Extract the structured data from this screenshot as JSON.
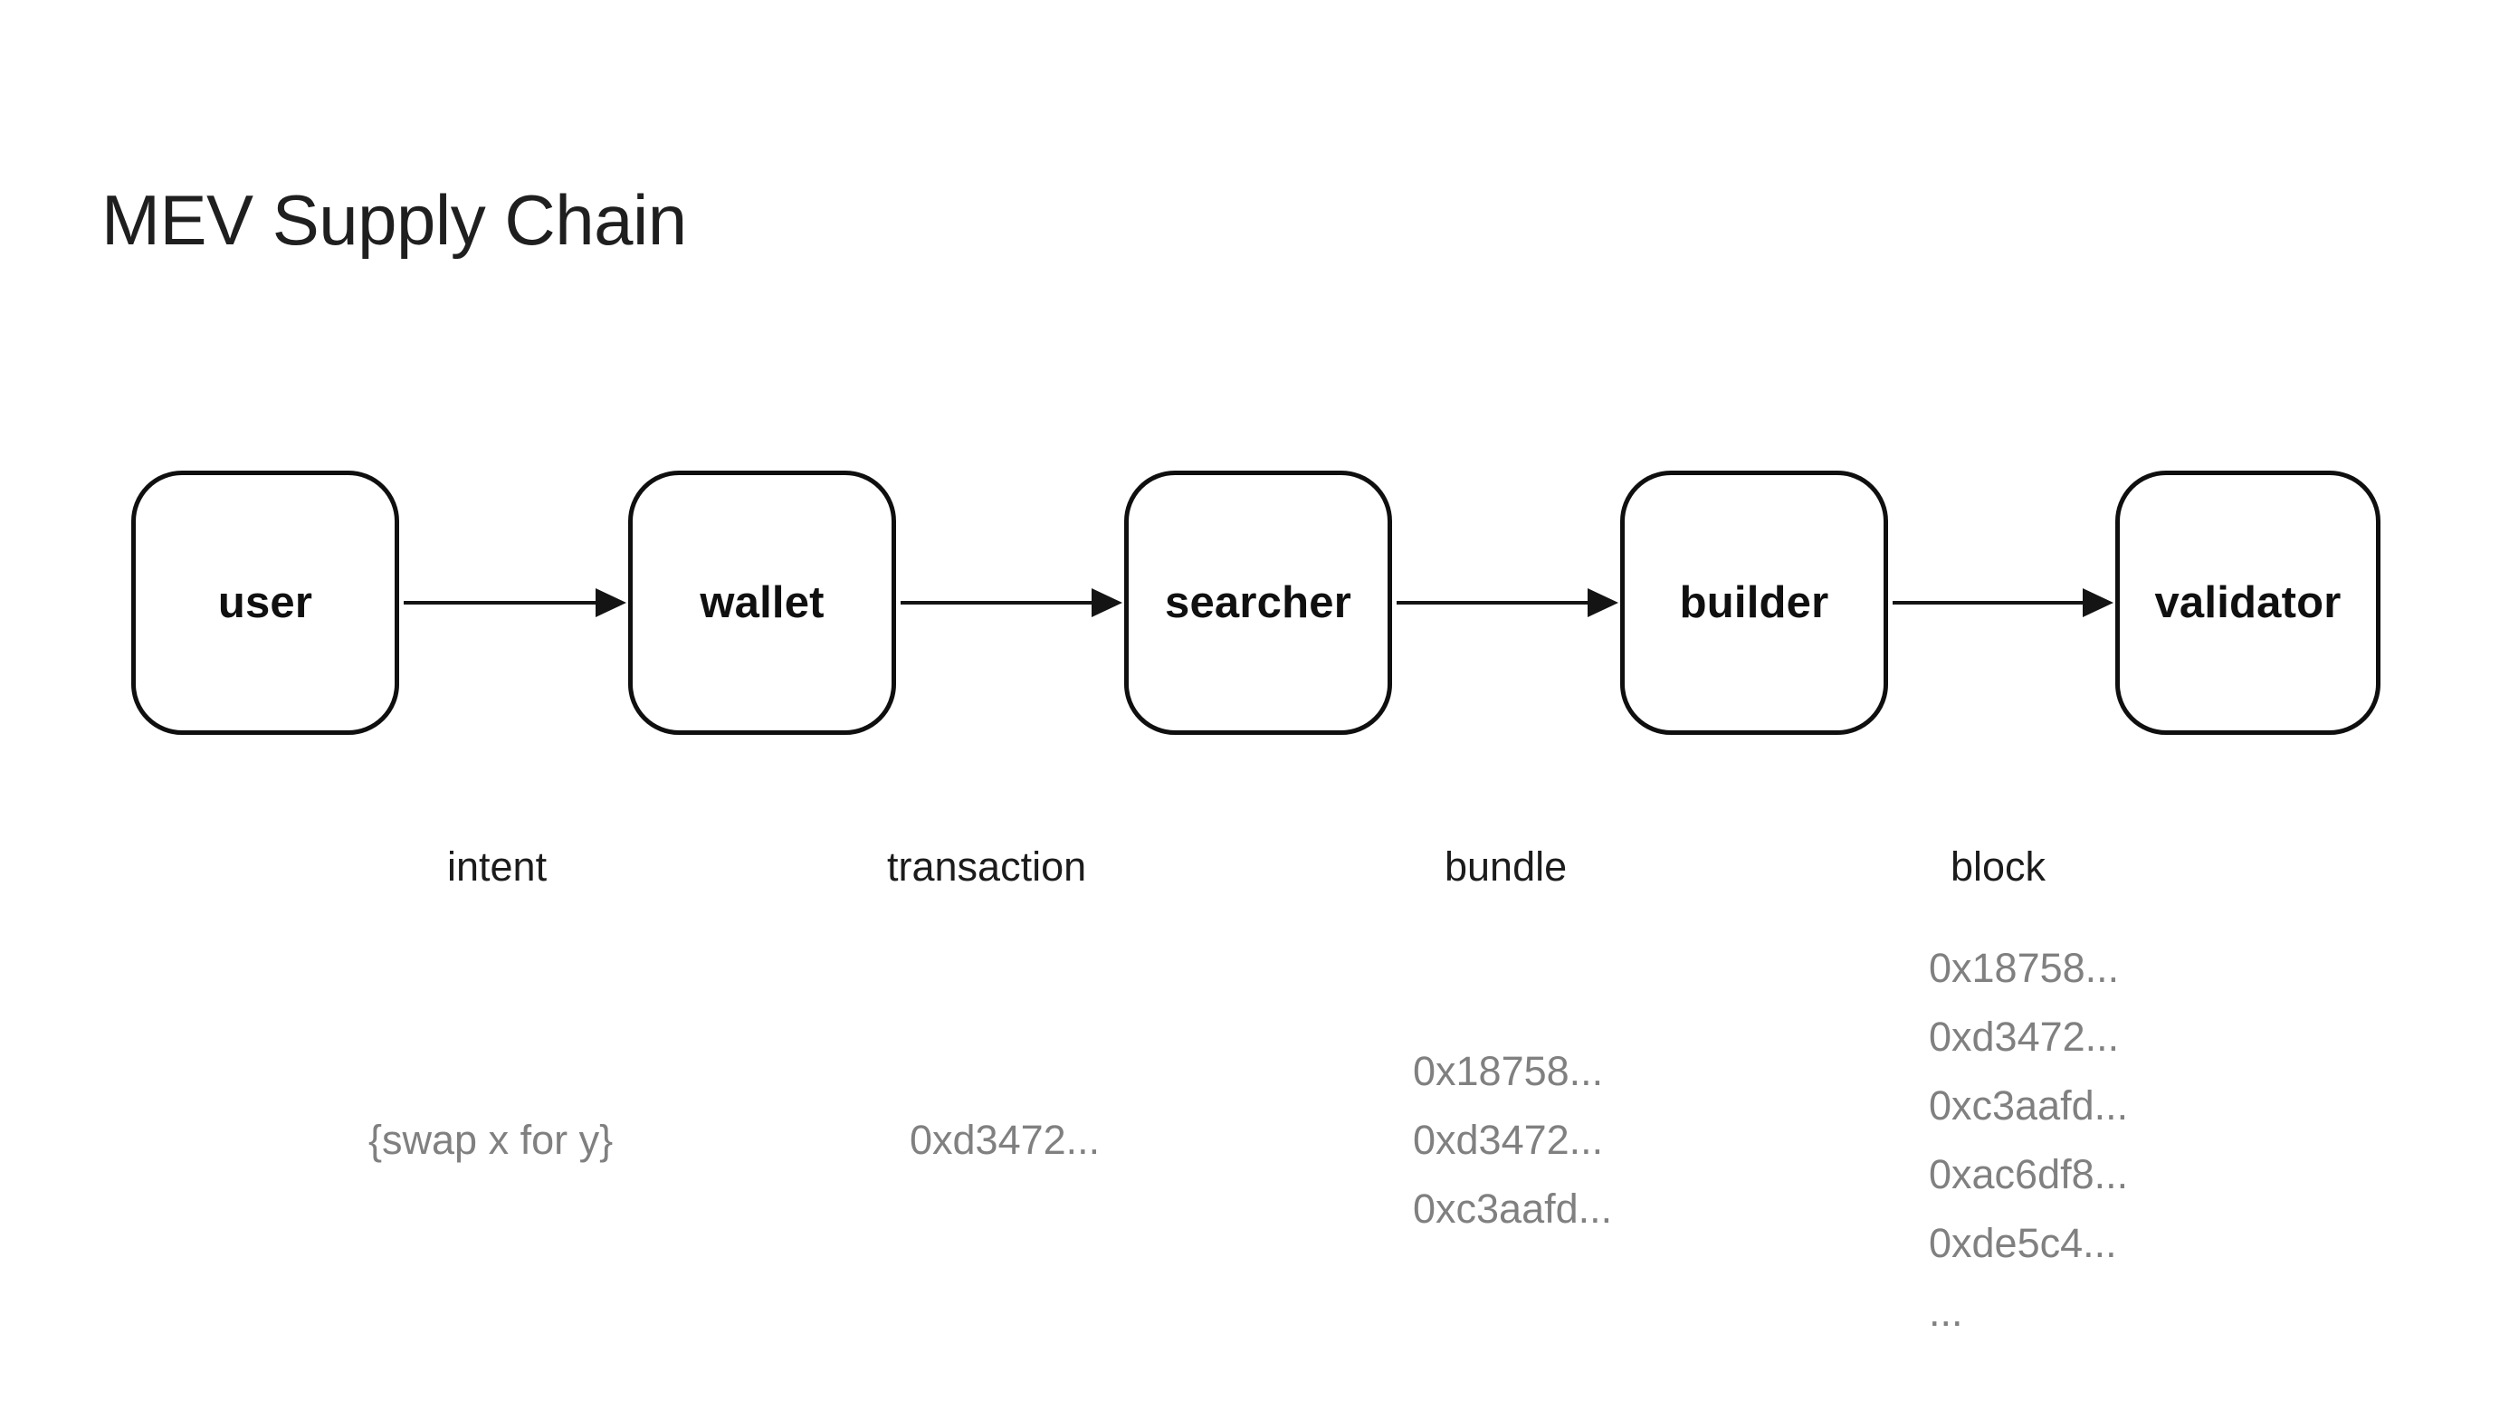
{
  "page": {
    "title": "MEV Supply Chain",
    "background_color": "#ffffff",
    "node_border_color": "#0f0f0f",
    "node_label_color": "#101010",
    "edge_label_color": "#1c1c1c",
    "payload_color": "#808080",
    "arrow_color": "#141414"
  },
  "diagram": {
    "type": "flow",
    "nodes": [
      {
        "id": "user",
        "label": "user"
      },
      {
        "id": "wallet",
        "label": "wallet"
      },
      {
        "id": "searcher",
        "label": "searcher"
      },
      {
        "id": "builder",
        "label": "builder"
      },
      {
        "id": "validator",
        "label": "validator"
      }
    ],
    "edges": [
      {
        "from": "user",
        "to": "wallet",
        "label": "intent"
      },
      {
        "from": "wallet",
        "to": "searcher",
        "label": "transaction"
      },
      {
        "from": "searcher",
        "to": "builder",
        "label": "bundle"
      },
      {
        "from": "builder",
        "to": "validator",
        "label": "block"
      }
    ],
    "payloads": [
      {
        "edge": "intent",
        "lines": [
          "{swap x for y}"
        ]
      },
      {
        "edge": "transaction",
        "lines": [
          "0xd3472..."
        ]
      },
      {
        "edge": "bundle",
        "lines": [
          "0x18758...",
          "0xd3472...",
          "0xc3aafd..."
        ]
      },
      {
        "edge": "block",
        "lines": [
          "0x18758...",
          "0xd3472...",
          "0xc3aafd...",
          "0xac6df8...",
          "0xde5c4...",
          "..."
        ]
      }
    ]
  }
}
